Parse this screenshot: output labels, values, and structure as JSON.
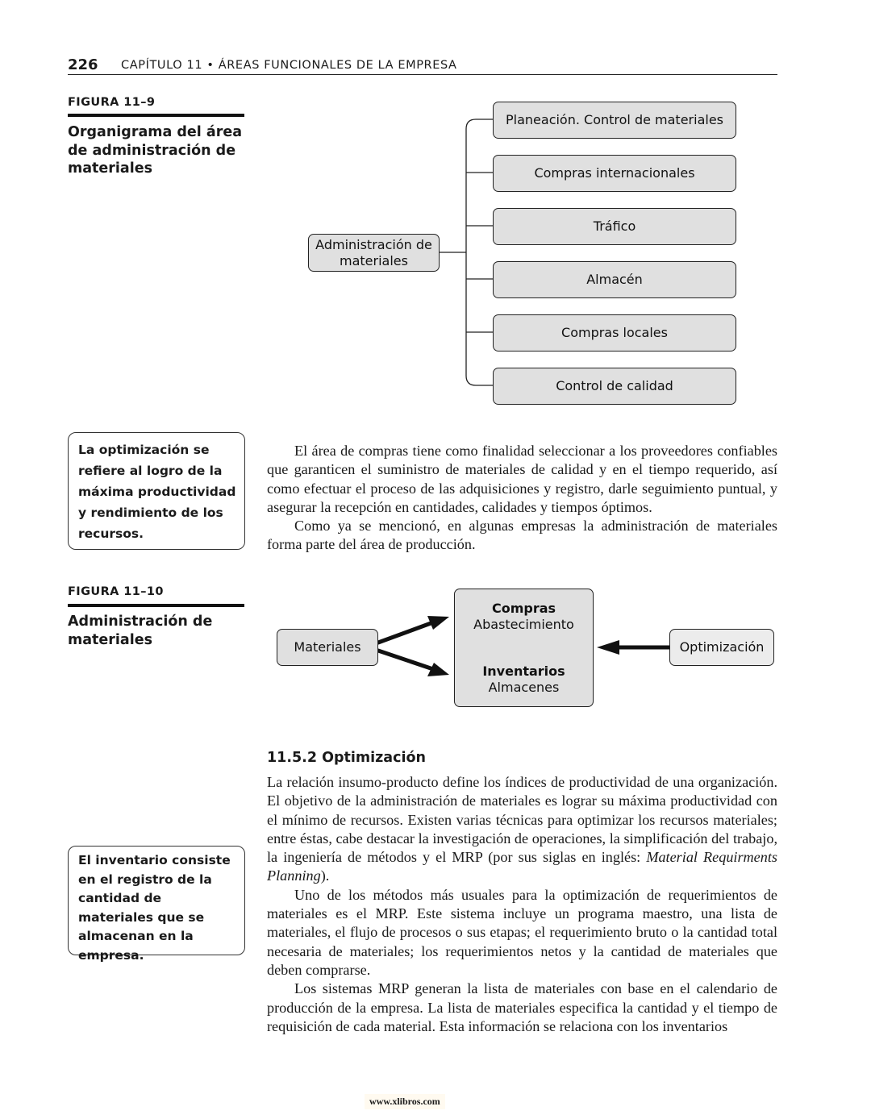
{
  "header": {
    "page_number": "226",
    "running_head": "CAPÍTULO 11 • ÁREAS FUNCIONALES DE LA EMPRESA"
  },
  "figure_9": {
    "label": "FIGURA 11–9",
    "title": "Organigrama del área de administración de materiales",
    "root": "Administración de materiales",
    "children": [
      "Planeación. Control de materiales",
      "Compras internacionales",
      "Tráfico",
      "Almacén",
      "Compras locales",
      "Control de calidad"
    ]
  },
  "note_1": "La optimización se refiere al logro de la máxima productividad y rendimiento de los recursos.",
  "paragraphs_1": [
    "El área de compras tiene como finalidad seleccionar a los proveedores confiables que garanticen el suministro de materiales de calidad y en el tiempo requerido, así como efectuar el proceso de las adquisiciones y registro, darle seguimiento puntual, y asegurar la recepción en cantidades, calidades y tiempos óptimos.",
    "Como ya se mencionó, en algunas empresas la administración de materiales forma parte del área de producción."
  ],
  "figure_10": {
    "label": "FIGURA 11–10",
    "title": "Administración de materiales",
    "left_node": "Materiales",
    "center_top_bold": "Compras",
    "center_top_sub": "Abastecimiento",
    "center_bottom_bold": "Inventarios",
    "center_bottom_sub": "Almacenes",
    "right_node": "Optimización"
  },
  "section": {
    "heading": "11.5.2 Optimización",
    "p1_before_italic": "La relación insumo-producto define los índices de productividad de una organización. El objetivo de la administración de materiales es lograr su máxima productividad con el mínimo de recursos. Existen varias técnicas para optimizar los recursos materiales; entre éstas, cabe destacar la investigación de operaciones, la simplificación del trabajo, la ingeniería de métodos y el MRP (por sus siglas en inglés: ",
    "p1_italic": "Material Requirments Planning",
    "p1_after_italic": ").",
    "p2": "Uno de los métodos más usuales para la optimización de requerimientos de materiales es el MRP. Este sistema incluye un programa maestro, una lista de materiales, el flujo de procesos o sus etapas; el requerimiento bruto o la cantidad total necesaria de materiales; los requerimientos netos y la cantidad de materiales que deben comprarse.",
    "p3": "Los sistemas MRP generan la lista de materiales con base en el calendario de producción de la empresa. La lista de materiales especifica la cantidad y el tiempo de requisición de cada material. Esta información se relaciona con los inventarios"
  },
  "note_2": "El inventario consiste en el registro de la cantidad de materiales que se almacenan en la empresa.",
  "footer": "www.xlibros.com"
}
